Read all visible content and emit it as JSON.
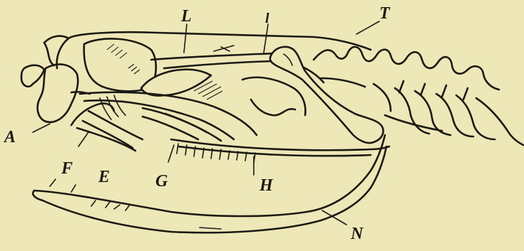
{
  "labels": {
    "L": "L",
    "l": "l",
    "T": "T",
    "A": "A",
    "F": "F",
    "E": "E",
    "G": "G",
    "H": "H",
    "N": "N"
  }
}
